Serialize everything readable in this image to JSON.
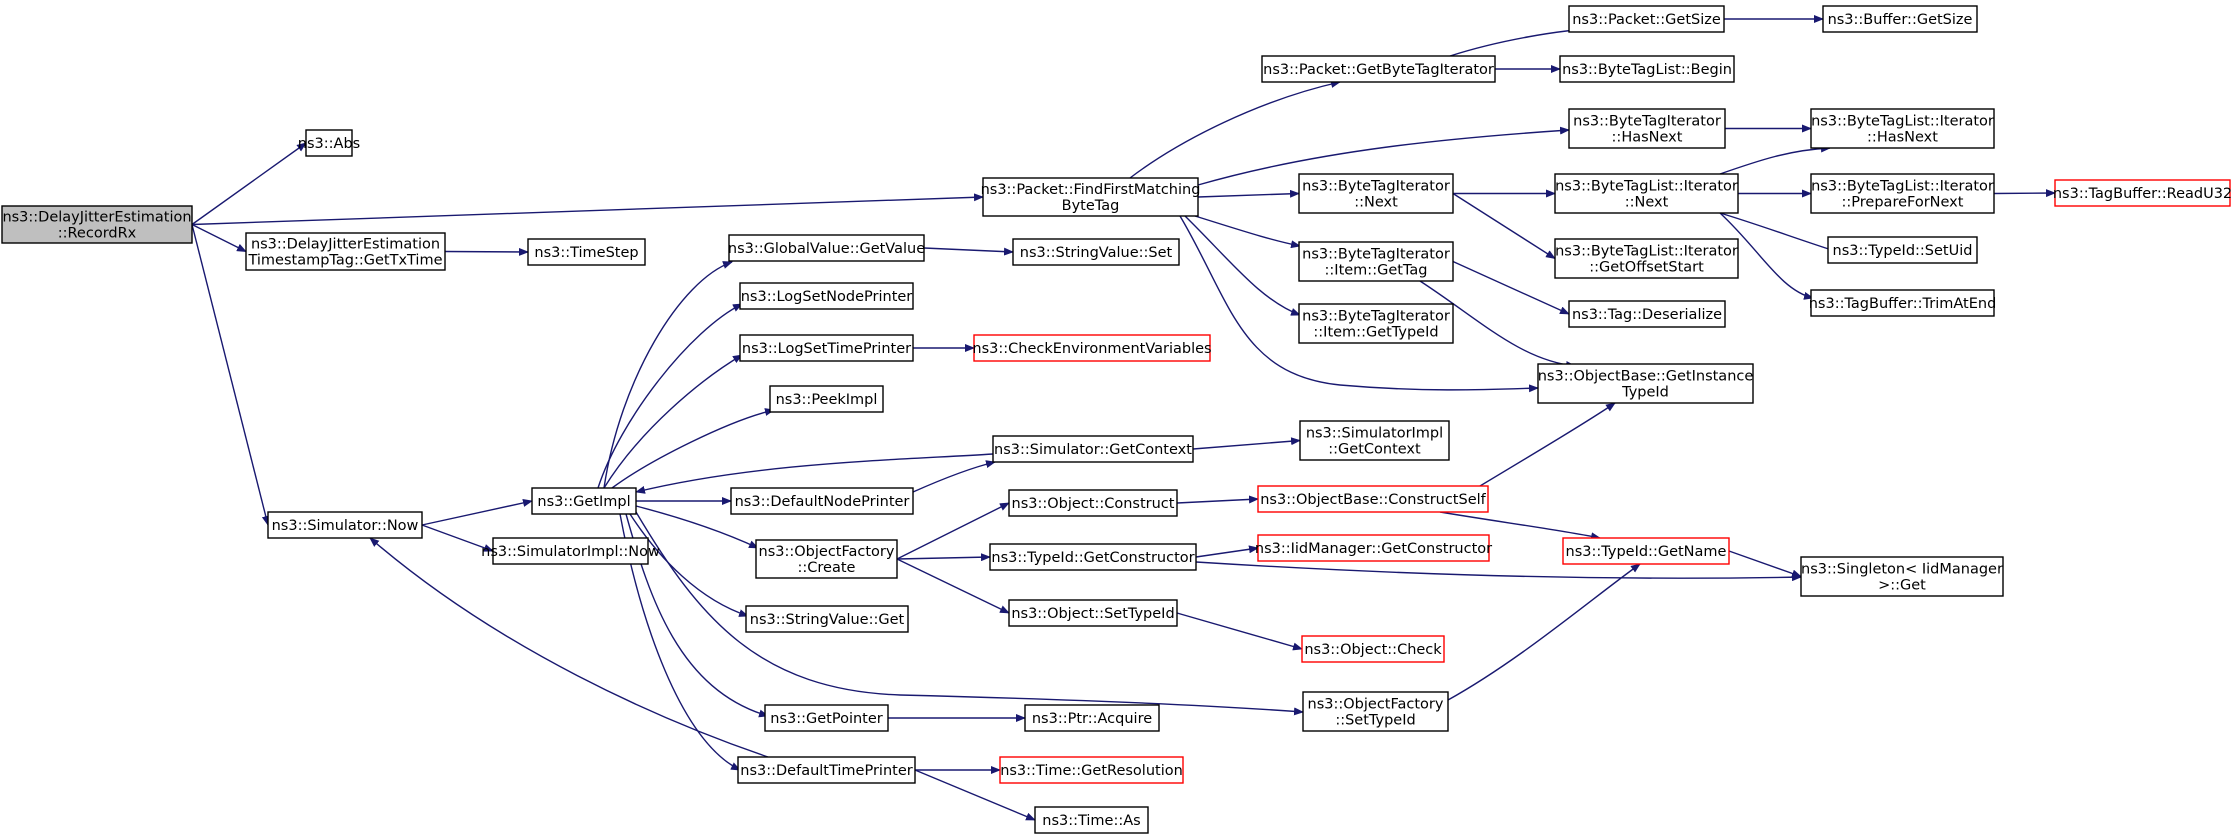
{
  "colors": {
    "root_fill": "#bfbfbf",
    "node_fill": "#ffffff",
    "node_border": "#000000",
    "truncated_border": "#ff0000",
    "edge": "#191970"
  },
  "nodes": [
    {
      "id": "recordrx",
      "lines": [
        "ns3::DelayJitterEstimation",
        "::RecordRx"
      ],
      "root": true
    },
    {
      "id": "abs",
      "lines": [
        "ns3::Abs"
      ]
    },
    {
      "id": "gettxtime",
      "lines": [
        "ns3::DelayJitterEstimation",
        "TimestampTag::GetTxTime"
      ]
    },
    {
      "id": "timestep",
      "lines": [
        "ns3::TimeStep"
      ]
    },
    {
      "id": "simnow",
      "lines": [
        "ns3::Simulator::Now"
      ]
    },
    {
      "id": "getimpl",
      "lines": [
        "ns3::GetImpl"
      ]
    },
    {
      "id": "simimplnow",
      "lines": [
        "ns3::SimulatorImpl::Now"
      ]
    },
    {
      "id": "gvgetvalue",
      "lines": [
        "ns3::GlobalValue::GetValue"
      ]
    },
    {
      "id": "logsetnode",
      "lines": [
        "ns3::LogSetNodePrinter"
      ]
    },
    {
      "id": "logsettime",
      "lines": [
        "ns3::LogSetTimePrinter"
      ]
    },
    {
      "id": "peekimpl",
      "lines": [
        "ns3::PeekImpl"
      ]
    },
    {
      "id": "defnodeprinter",
      "lines": [
        "ns3::DefaultNodePrinter"
      ]
    },
    {
      "id": "ofcreate",
      "lines": [
        "ns3::ObjectFactory",
        "::Create"
      ]
    },
    {
      "id": "strvalget",
      "lines": [
        "ns3::StringValue::Get"
      ]
    },
    {
      "id": "getpointer",
      "lines": [
        "ns3::GetPointer"
      ]
    },
    {
      "id": "deftimeprinter",
      "lines": [
        "ns3::DefaultTimePrinter"
      ]
    },
    {
      "id": "strvalset",
      "lines": [
        "ns3::StringValue::Set"
      ]
    },
    {
      "id": "checkenv",
      "lines": [
        "ns3::CheckEnvironmentVariables"
      ],
      "truncated": true
    },
    {
      "id": "simgetcontext",
      "lines": [
        "ns3::Simulator::GetContext"
      ]
    },
    {
      "id": "simimplgetcontext",
      "lines": [
        "ns3::SimulatorImpl",
        "::GetContext"
      ]
    },
    {
      "id": "objconstruct",
      "lines": [
        "ns3::Object::Construct"
      ]
    },
    {
      "id": "tidgetconstructor",
      "lines": [
        "ns3::TypeId::GetConstructor"
      ]
    },
    {
      "id": "objsettypeid",
      "lines": [
        "ns3::Object::SetTypeId"
      ]
    },
    {
      "id": "objbaseconstructself",
      "lines": [
        "ns3::ObjectBase::ConstructSelf"
      ],
      "truncated": true
    },
    {
      "id": "iidgetconstructor",
      "lines": [
        "ns3::IidManager::GetConstructor"
      ],
      "truncated": true
    },
    {
      "id": "objcheck",
      "lines": [
        "ns3::Object::Check"
      ],
      "truncated": true
    },
    {
      "id": "ofsettypeid",
      "lines": [
        "ns3::ObjectFactory",
        "::SetTypeId"
      ]
    },
    {
      "id": "ptracquire",
      "lines": [
        "ns3::Ptr::Acquire"
      ]
    },
    {
      "id": "timegetres",
      "lines": [
        "ns3::Time::GetResolution"
      ],
      "truncated": true
    },
    {
      "id": "timeas",
      "lines": [
        "ns3::Time::As"
      ]
    },
    {
      "id": "findfirst",
      "lines": [
        "ns3::Packet::FindFirstMatching",
        "ByteTag"
      ]
    },
    {
      "id": "getbytetagit",
      "lines": [
        "ns3::Packet::GetByteTagIterator"
      ]
    },
    {
      "id": "pktgetsize",
      "lines": [
        "ns3::Packet::GetSize"
      ]
    },
    {
      "id": "bufgetsize",
      "lines": [
        "ns3::Buffer::GetSize"
      ]
    },
    {
      "id": "btlbegin",
      "lines": [
        "ns3::ByteTagList::Begin"
      ]
    },
    {
      "id": "btihasnext",
      "lines": [
        "ns3::ByteTagIterator",
        "::HasNext"
      ]
    },
    {
      "id": "btinext",
      "lines": [
        "ns3::ByteTagIterator",
        "::Next"
      ]
    },
    {
      "id": "btiitemgettag",
      "lines": [
        "ns3::ByteTagIterator",
        "::Item::GetTag"
      ]
    },
    {
      "id": "btiitemgettypeid",
      "lines": [
        "ns3::ByteTagIterator",
        "::Item::GetTypeId"
      ]
    },
    {
      "id": "btlitnext",
      "lines": [
        "ns3::ByteTagList::Iterator",
        "::Next"
      ]
    },
    {
      "id": "btlitgetoffset",
      "lines": [
        "ns3::ByteTagList::Iterator",
        "::GetOffsetStart"
      ]
    },
    {
      "id": "tagdeserialize",
      "lines": [
        "ns3::Tag::Deserialize"
      ]
    },
    {
      "id": "objbasegetinstance",
      "lines": [
        "ns3::ObjectBase::GetInstance",
        "TypeId"
      ]
    },
    {
      "id": "btlithasnext",
      "lines": [
        "ns3::ByteTagList::Iterator",
        "::HasNext"
      ]
    },
    {
      "id": "btlitprepare",
      "lines": [
        "ns3::ByteTagList::Iterator",
        "::PrepareForNext"
      ]
    },
    {
      "id": "tidsetuid",
      "lines": [
        "ns3::TypeId::SetUid"
      ]
    },
    {
      "id": "tbtrimatend",
      "lines": [
        "ns3::TagBuffer::TrimAtEnd"
      ]
    },
    {
      "id": "tbreadu32",
      "lines": [
        "ns3::TagBuffer::ReadU32"
      ],
      "truncated": true
    },
    {
      "id": "tidgetname",
      "lines": [
        "ns3::TypeId::GetName"
      ],
      "truncated": true
    },
    {
      "id": "singletonget",
      "lines": [
        "ns3::Singleton< IidManager",
        " >::Get"
      ]
    }
  ],
  "edges": [
    [
      "recordrx",
      "abs"
    ],
    [
      "recordrx",
      "gettxtime"
    ],
    [
      "recordrx",
      "simnow"
    ],
    [
      "recordrx",
      "findfirst"
    ],
    [
      "gettxtime",
      "timestep"
    ],
    [
      "simnow",
      "getimpl"
    ],
    [
      "simnow",
      "simimplnow"
    ],
    [
      "getimpl",
      "gvgetvalue"
    ],
    [
      "getimpl",
      "logsetnode"
    ],
    [
      "getimpl",
      "logsettime"
    ],
    [
      "getimpl",
      "peekimpl"
    ],
    [
      "getimpl",
      "defnodeprinter"
    ],
    [
      "getimpl",
      "ofcreate"
    ],
    [
      "getimpl",
      "strvalget"
    ],
    [
      "getimpl",
      "getpointer"
    ],
    [
      "getimpl",
      "deftimeprinter"
    ],
    [
      "getimpl",
      "ofsettypeid"
    ],
    [
      "gvgetvalue",
      "strvalset"
    ],
    [
      "logsettime",
      "checkenv"
    ],
    [
      "simgetcontext",
      "getimpl"
    ],
    [
      "simgetcontext",
      "simimplgetcontext"
    ],
    [
      "defnodeprinter",
      "simgetcontext"
    ],
    [
      "ofcreate",
      "objconstruct"
    ],
    [
      "ofcreate",
      "tidgetconstructor"
    ],
    [
      "ofcreate",
      "objsettypeid"
    ],
    [
      "objconstruct",
      "objbaseconstructself"
    ],
    [
      "tidgetconstructor",
      "iidgetconstructor"
    ],
    [
      "tidgetconstructor",
      "singletonget"
    ],
    [
      "objsettypeid",
      "objcheck"
    ],
    [
      "getpointer",
      "ptracquire"
    ],
    [
      "deftimeprinter",
      "simnow"
    ],
    [
      "deftimeprinter",
      "timegetres"
    ],
    [
      "deftimeprinter",
      "timeas"
    ],
    [
      "ofsettypeid",
      "tidgetname"
    ],
    [
      "objbaseconstructself",
      "objbasegetinstance"
    ],
    [
      "objbaseconstructself",
      "tidgetname"
    ],
    [
      "tidgetname",
      "singletonget"
    ],
    [
      "findfirst",
      "getbytetagit"
    ],
    [
      "findfirst",
      "btihasnext"
    ],
    [
      "findfirst",
      "btinext"
    ],
    [
      "findfirst",
      "btiitemgettag"
    ],
    [
      "findfirst",
      "btiitemgettypeid"
    ],
    [
      "findfirst",
      "objbasegetinstance"
    ],
    [
      "getbytetagit",
      "pktgetsize"
    ],
    [
      "getbytetagit",
      "btlbegin"
    ],
    [
      "pktgetsize",
      "bufgetsize"
    ],
    [
      "btihasnext",
      "btlithasnext"
    ],
    [
      "btinext",
      "btlitnext"
    ],
    [
      "btinext",
      "btlitgetoffset"
    ],
    [
      "btiitemgettag",
      "tagdeserialize"
    ],
    [
      "btiitemgettag",
      "objbasegetinstance"
    ],
    [
      "btlitnext",
      "btlithasnext"
    ],
    [
      "btlitnext",
      "btlitprepare"
    ],
    [
      "btlitnext",
      "tidsetuid"
    ],
    [
      "btlitnext",
      "tbtrimatend"
    ],
    [
      "btlitprepare",
      "tbreadu32"
    ]
  ]
}
